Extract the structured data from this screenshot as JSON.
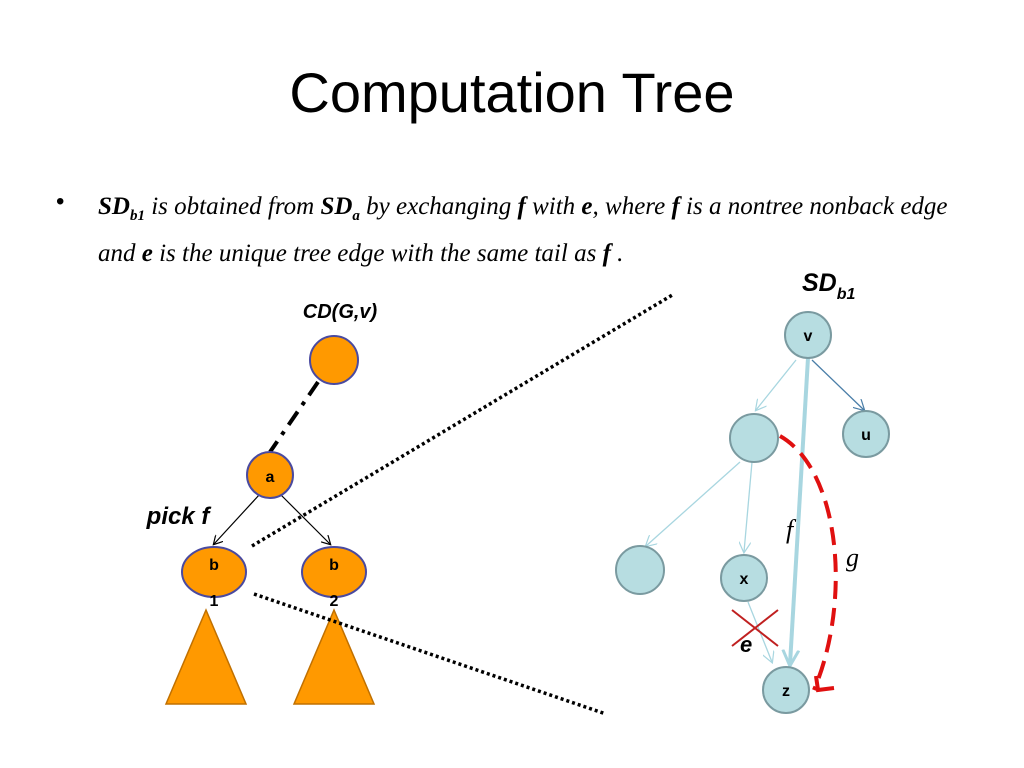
{
  "slide": {
    "title": "Computation Tree",
    "bullet": {
      "sd_b1": "SD",
      "sd_b1_sub": "b1",
      "t1": " is obtained from ",
      "sd_a": "SD",
      "sd_a_sub": "a",
      "t2": " by exchanging ",
      "f1": "f",
      "t3": " with ",
      "e1": "e",
      "t4": ", where ",
      "f2": "f",
      "t5": " is a nontree nonback edge and ",
      "e2": "e",
      "t6": " is the unique tree edge with the same tail as ",
      "f3": "f",
      "t7": " ."
    }
  },
  "left_tree": {
    "title": "CD(G,v)",
    "node_a": "a",
    "node_b1_main": "b",
    "node_b1_sub": "1",
    "node_b2_main": "b",
    "node_b2_sub": "2",
    "pick_label": "pick f"
  },
  "right_tree": {
    "title_main": "SD",
    "title_sub": "b1",
    "node_v": "v",
    "node_u": "u",
    "node_x": "x",
    "node_z": "z",
    "edge_f": "f",
    "edge_g": "g",
    "edge_e": "e"
  },
  "colors": {
    "orange_fill": "#ff9900",
    "orange_stroke": "#4a4aa0",
    "teal_fill": "#b7dde1",
    "teal_stroke": "#7a9aa0",
    "light_edge": "#a8d6e0",
    "red_dashed": "#e01010"
  }
}
